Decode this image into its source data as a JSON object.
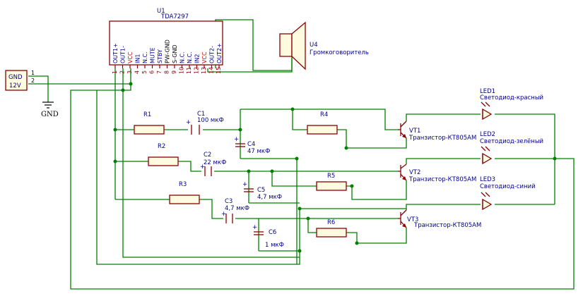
{
  "title": "",
  "ic": {
    "ref": "U1",
    "value": "TDA7297",
    "pins": [
      {
        "num": "1",
        "name": "OUT1+",
        "color": "#00008b"
      },
      {
        "num": "2",
        "name": "OUT1-",
        "color": "#00008b"
      },
      {
        "num": "3",
        "name": "VCC",
        "color": "#cc0000"
      },
      {
        "num": "4",
        "name": "IN1",
        "color": "#00008b"
      },
      {
        "num": "5",
        "name": "N.C.",
        "color": "#00008b"
      },
      {
        "num": "6",
        "name": "MUTE",
        "color": "#00008b"
      },
      {
        "num": "7",
        "name": "STBY",
        "color": "#00008b"
      },
      {
        "num": "8",
        "name": "PW-GND",
        "color": "#000000"
      },
      {
        "num": "9",
        "name": "S-GND",
        "color": "#000000"
      },
      {
        "num": "10",
        "name": "N.C.",
        "color": "#00008b"
      },
      {
        "num": "11",
        "name": "N.C.",
        "color": "#00008b"
      },
      {
        "num": "12",
        "name": "IN2",
        "color": "#00008b"
      },
      {
        "num": "13",
        "name": "VCC",
        "color": "#cc0000"
      },
      {
        "num": "14",
        "name": "OUT2-",
        "color": "#00008b"
      },
      {
        "num": "15",
        "name": "OUT2+",
        "color": "#00008b"
      }
    ]
  },
  "speaker": {
    "ref": "U4",
    "value": "Громкоговоритель"
  },
  "connector": {
    "pin1": "GND",
    "pin2": "12V",
    "num1": "1",
    "num2": "2"
  },
  "ground_symbol": "GND",
  "resistors": [
    {
      "ref": "R1"
    },
    {
      "ref": "R2"
    },
    {
      "ref": "R3"
    },
    {
      "ref": "R4"
    },
    {
      "ref": "R5"
    },
    {
      "ref": "R6"
    }
  ],
  "capacitors": [
    {
      "ref": "C1",
      "value": "100 мкФ"
    },
    {
      "ref": "C2",
      "value": "22 мкФ"
    },
    {
      "ref": "C3",
      "value": "4,7 мкФ"
    },
    {
      "ref": "C4",
      "value": "47 мкФ"
    },
    {
      "ref": "C5",
      "value": "4,7 мкФ"
    },
    {
      "ref": "C6",
      "value": "1 мкФ"
    }
  ],
  "transistors": [
    {
      "ref": "VT1",
      "value": "Транзистор-КТ805АМ"
    },
    {
      "ref": "VT2",
      "value": "Транзистор-КТ805АМ"
    },
    {
      "ref": "VT3",
      "value": "Транзистор-КТ805АМ"
    }
  ],
  "leds": [
    {
      "ref": "LED1",
      "value": "Светодиод-красный"
    },
    {
      "ref": "LED2",
      "value": "Светодиод-зелёный"
    },
    {
      "ref": "LED3",
      "value": "Светодиод-синий"
    }
  ],
  "colors": {
    "wire": "#008000",
    "component": "#8b0000",
    "label": "#00008b",
    "ic_body": "#8b0000"
  }
}
